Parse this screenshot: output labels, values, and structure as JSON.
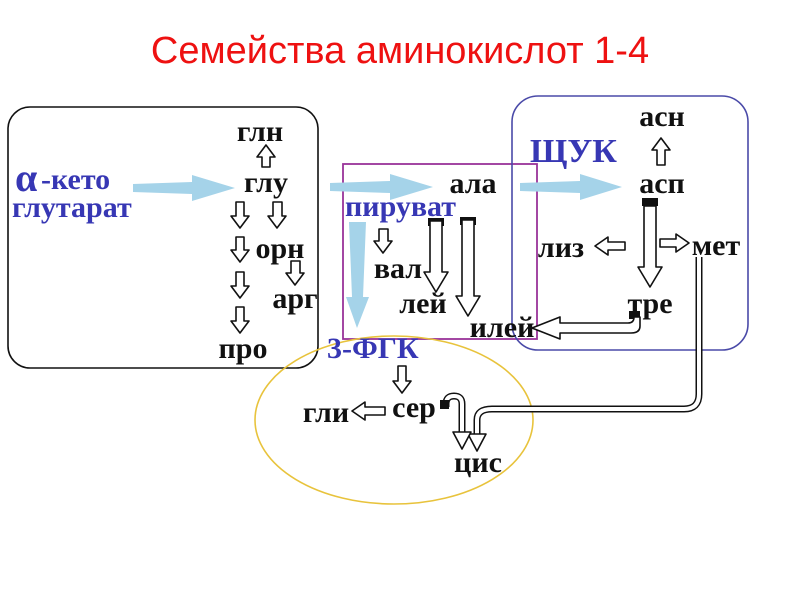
{
  "title": "Семейства аминокислот 1-4",
  "colors": {
    "title": "#ee1111",
    "label_black": "#111111",
    "label_blue": "#3737b4",
    "arrow_blue": "#a5d3e9",
    "box_black": "#111111",
    "box_purple": "#993399",
    "box_blue": "#4a4aa8",
    "ellipse_gold": "#e8c33c"
  },
  "families": {
    "glutarate": {
      "precursor_alpha": "α",
      "precursor_rest": "-кето",
      "precursor_line2": "глутарат",
      "gln": "глн",
      "glu": "глу",
      "orn": "орн",
      "arg": "арг",
      "pro": "про"
    },
    "pyruvate": {
      "precursor": "пируват",
      "ala": "ала",
      "val": "вал",
      "leu": "лей",
      "ile": "илей"
    },
    "oxaloacetate": {
      "precursor": "ЩУК",
      "asn": "асн",
      "asp": "асп",
      "lys": "лиз",
      "met": "мет",
      "thr": "тре"
    },
    "phosphoglycerate": {
      "precursor": "3-ФГК",
      "gly": "гли",
      "ser": "сер",
      "cys": "цис"
    }
  }
}
